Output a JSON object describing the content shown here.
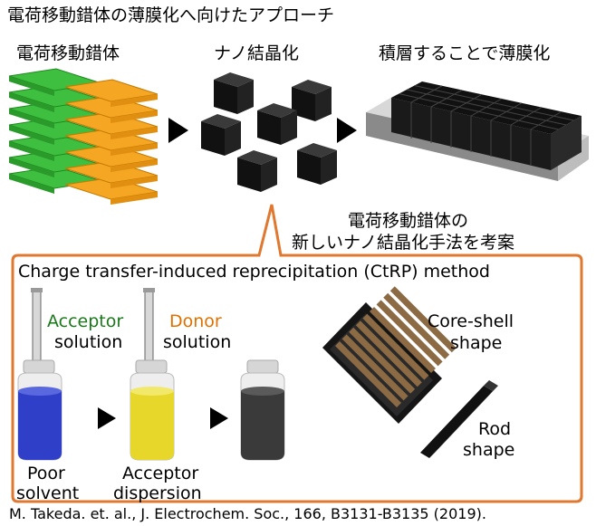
{
  "title": "電荷移動錯体の薄膜化へ向けたアプローチ",
  "stages": [
    "電荷移動錯体",
    "ナノ結晶化",
    "積層することで薄膜化"
  ],
  "callout": {
    "line1": "電荷移動錯体の",
    "line2": "新しいナノ結晶化手法を考案"
  },
  "method": {
    "title": "Charge transfer-induced reprecipitation (CtRP) method",
    "acceptor_word": "Acceptor",
    "acceptor_solution": "solution",
    "donor_word": "Donor",
    "donor_solution": "solution",
    "poor_line1": "Poor",
    "poor_line2": "solvent",
    "dispersion_line1": "Acceptor",
    "dispersion_line2": "dispersion",
    "core_line1": "Core-shell",
    "core_line2": "shape",
    "rod_line1": "Rod",
    "rod_line2": "shape"
  },
  "citation": "M. Takeda. et. al., J. Electrochem. Soc., 166, B3131-B3135 (2019).",
  "colors": {
    "acceptor": "#1a7a1a",
    "donor": "#e07000",
    "frame": "#e07830",
    "crystal_green": "#3fbf3f",
    "crystal_orange": "#f5a623",
    "blue_solution": "#2f3fc8",
    "yellow_solution": "#e6d72a",
    "black_dispersion": "#3a3a3a"
  }
}
